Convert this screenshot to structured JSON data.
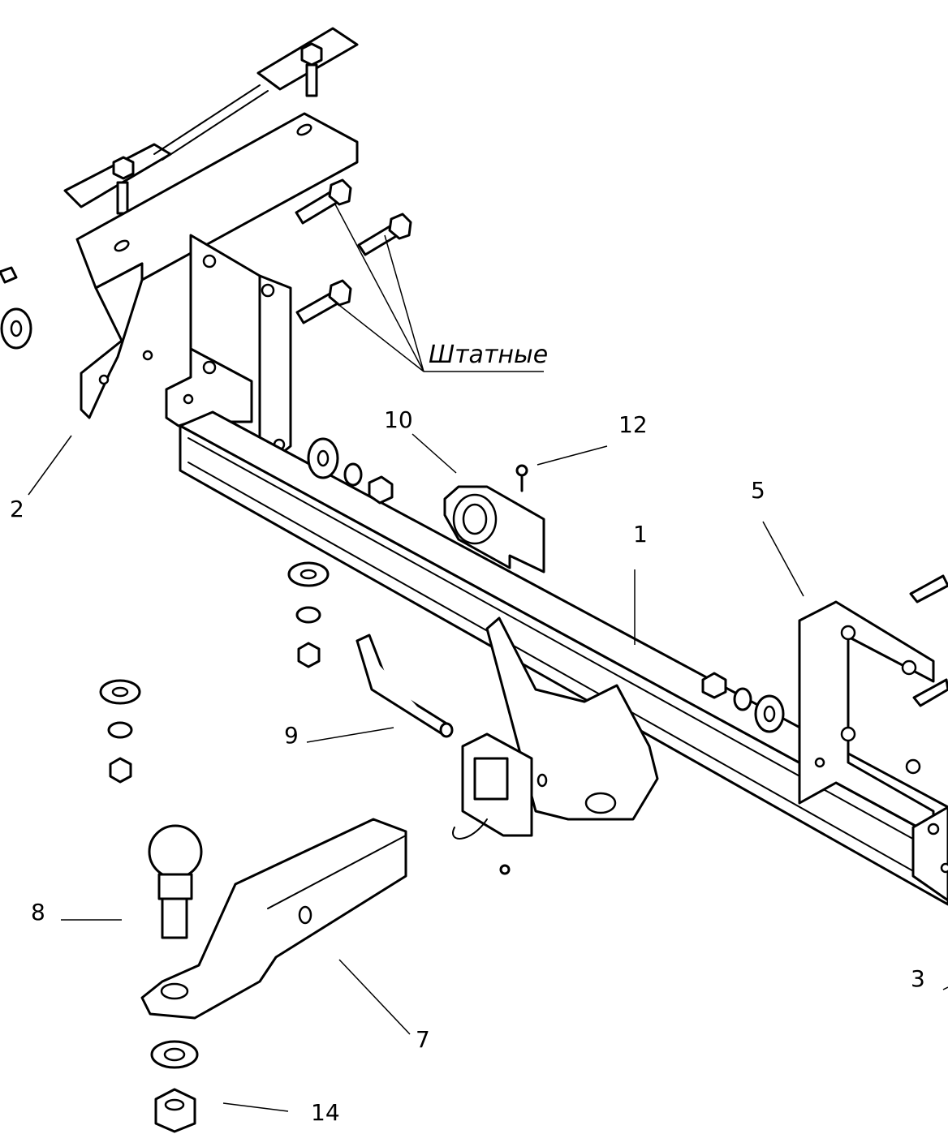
{
  "note": {
    "text": "Штатные"
  },
  "callouts": [
    {
      "id": "1",
      "label": "1"
    },
    {
      "id": "2",
      "label": "2"
    },
    {
      "id": "3",
      "label": "3"
    },
    {
      "id": "5",
      "label": "5"
    },
    {
      "id": "7",
      "label": "7"
    },
    {
      "id": "8",
      "label": "8"
    },
    {
      "id": "9",
      "label": "9"
    },
    {
      "id": "10",
      "label": "10"
    },
    {
      "id": "12",
      "label": "12"
    },
    {
      "id": "14",
      "label": "14"
    }
  ],
  "colors": {
    "line": "#000000",
    "background": "#ffffff"
  }
}
